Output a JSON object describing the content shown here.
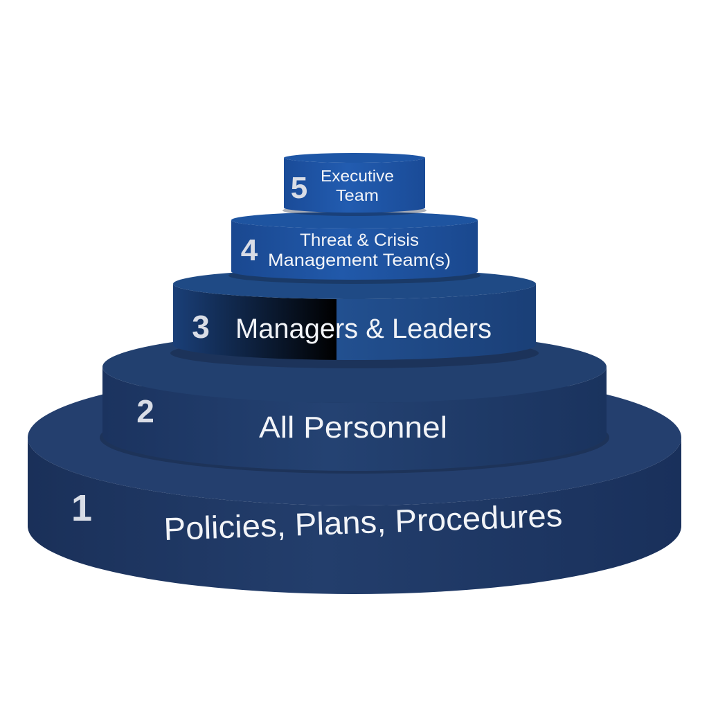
{
  "diagram": {
    "tiers": [
      {
        "number": "1",
        "label_lines": [
          "Policies, Plans, Procedures"
        ]
      },
      {
        "number": "2",
        "label_lines": [
          "All Personnel"
        ]
      },
      {
        "number": "3",
        "label_lines": [
          "Managers & Leaders"
        ]
      },
      {
        "number": "4",
        "label_lines": [
          "Threat & Crisis",
          "Management Team(s)"
        ]
      },
      {
        "number": "5",
        "label_lines": [
          "Executive",
          "Team"
        ]
      }
    ],
    "colors": {
      "top_faces": [
        "#243f6e",
        "#22406f",
        "#1f4a85",
        "#1e54a0",
        "#1e56a6"
      ],
      "side_faces": [
        "#1c3563",
        "#1d3867",
        "#1b417c",
        "#194a92",
        "#1a4d9c"
      ],
      "shadow": "#111c33"
    }
  }
}
